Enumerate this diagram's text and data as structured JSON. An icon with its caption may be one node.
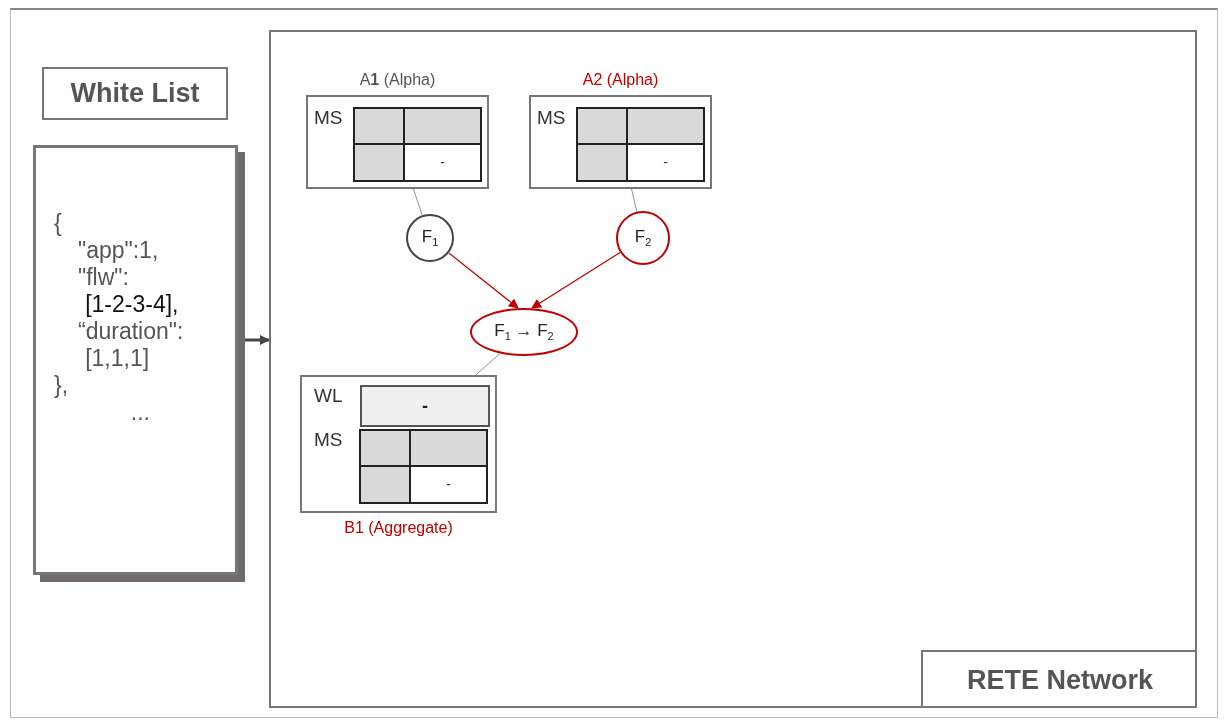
{
  "diagram": {
    "nodes": [
      {
        "text": [
          "White List"
        ]
      },
      {
        "text": [
          "{",
          "\"app\":1,",
          "\"flw\":",
          "[1-2-3-4],",
          "“duration\":",
          "[1,1,1]",
          "},",
          "..."
        ]
      },
      {
        "text": [
          "RETE Network"
        ]
      },
      {
        "text": [
          "A**1** (Alpha)",
          "MS",
          "-"
        ],
        "in": 2
      },
      {
        "text": [
          "A2 (Alpha)",
          "MS",
          "-"
        ],
        "in": 2
      },
      {
        "text": [
          "F$_{1}$"
        ],
        "in": 2
      },
      {
        "text": [
          "F$_{2}$"
        ],
        "in": 2
      },
      {
        "text": [
          "F$_{1}$ → F$_{2}$"
        ],
        "in": 2
      },
      {
        "text": [
          "WL",
          "-",
          "MS",
          "-",
          "B1 (Aggregate)"
        ],
        "in": 2
      }
    ],
    "edges": [
      {
        "from": 1,
        "to": 2,
        "arrow": "to",
        "style": "thick"
      },
      {
        "from": 3,
        "to": 5,
        "arrow": "none"
      },
      {
        "from": 4,
        "to": 6,
        "arrow": "none"
      },
      {
        "from": 5,
        "to": 7,
        "arrow": "to",
        "color": "#c00000"
      },
      {
        "from": 6,
        "to": 7,
        "arrow": "to",
        "color": "#c00000"
      },
      {
        "from": 7,
        "to": 8,
        "arrow": "none"
      }
    ]
  }
}
